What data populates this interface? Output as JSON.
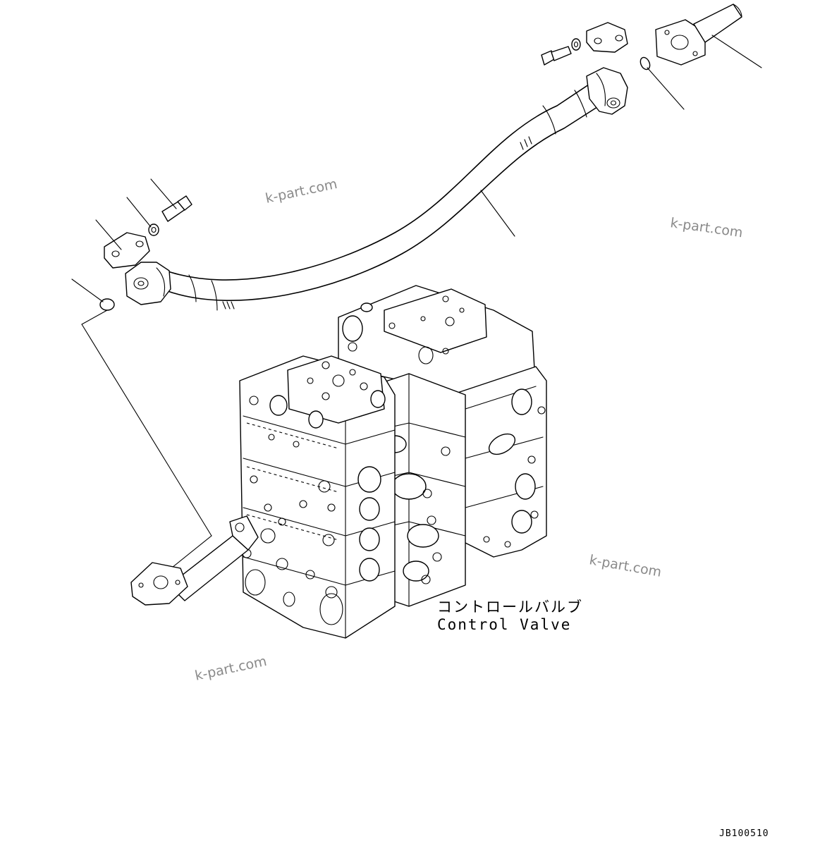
{
  "labels": {
    "component_jp": "コントロールバルブ",
    "component_en": "Control Valve",
    "drawing_code": "JB100510"
  },
  "watermarks": [
    "k-part.com",
    "k-part.com",
    "k-part.com",
    "k-part.com"
  ],
  "colors": {
    "line": "#000000",
    "watermark": "#8a8a8a",
    "background": "#ffffff"
  }
}
